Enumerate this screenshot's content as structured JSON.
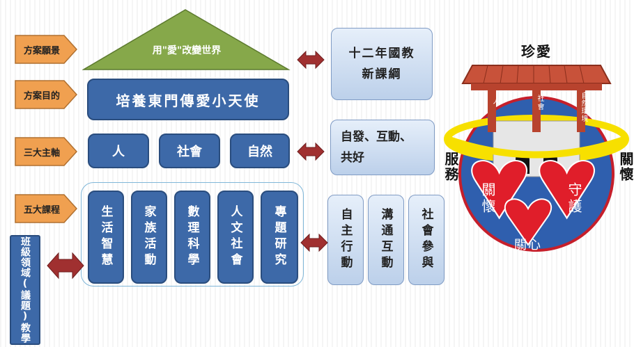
{
  "labels": {
    "vision": "方案願景",
    "purpose": "方案目的",
    "axes": "三大主軸",
    "courses": "五大課程"
  },
  "vision_text": "用\"愛\"改變世界",
  "purpose_text": "培養東門傳愛小天使",
  "axes_items": [
    "人",
    "社會",
    "自然"
  ],
  "course_items": [
    "生活智慧",
    "家族活動",
    "數理科學",
    "人文社會",
    "專題研究"
  ],
  "curriculum": "十二年國教\n新課綱",
  "core": "自發、互動、\n共好",
  "core_items": [
    "自主行動",
    "溝通互動",
    "社會參與"
  ],
  "class_domain": "班級領域(議題)教學",
  "emblem": {
    "top": "珍愛",
    "left": "服務",
    "right": "關懷",
    "pillars": [
      "人",
      "社會",
      "自然環境"
    ],
    "hearts": [
      "關懷",
      "守護",
      "關心"
    ]
  },
  "colors": {
    "orange": "#f0a050",
    "green": "#86a84a",
    "blue_dark": "#3d69a8",
    "red_arrow": "#a03030",
    "roof": "#c8523a",
    "globe": "#2f5fae",
    "heart": "#e01e2a",
    "halo": "#f7e000"
  }
}
